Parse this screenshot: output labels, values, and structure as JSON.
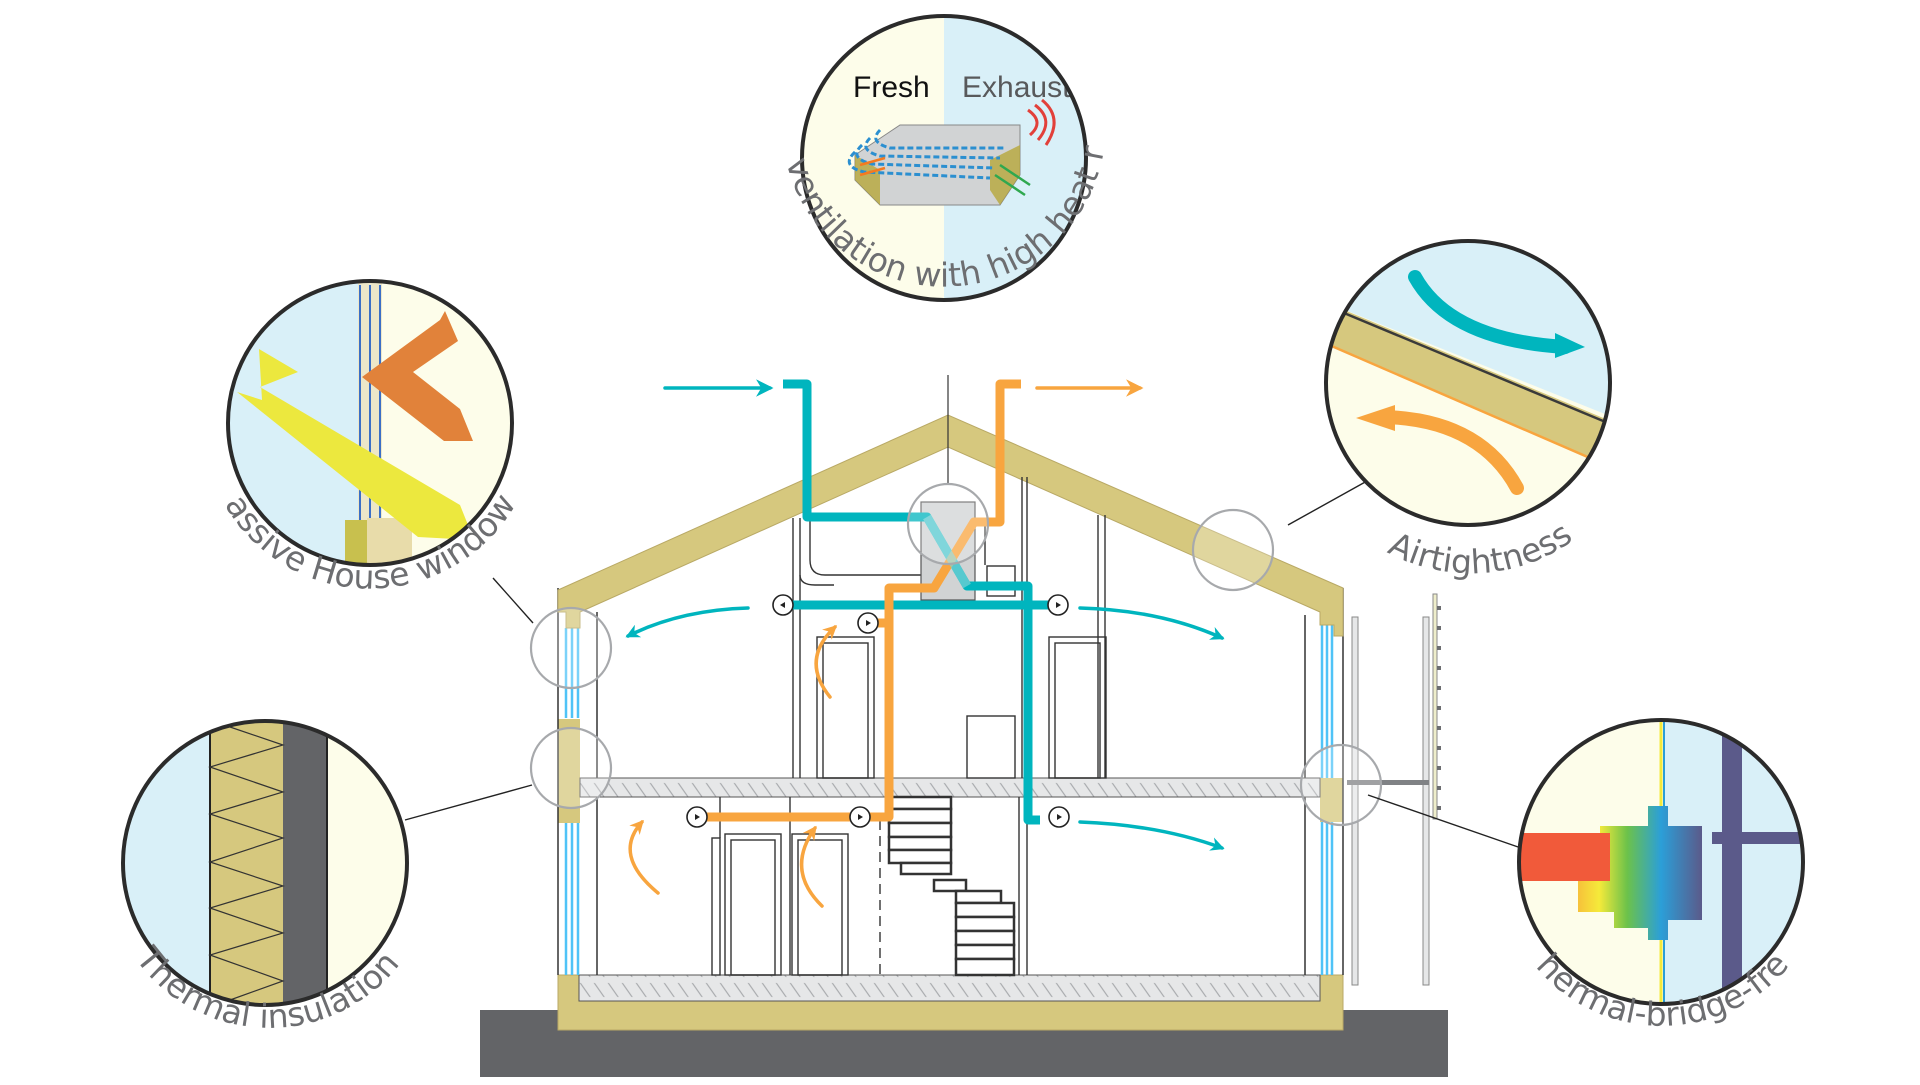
{
  "diagram": {
    "title": "Passive House principles",
    "callouts": [
      {
        "id": "ventilation",
        "label": "Comfort ventilation with high heat recovery"
      },
      {
        "id": "windows",
        "label": "Passive House windows"
      },
      {
        "id": "airtightness",
        "label": "Airtightness"
      },
      {
        "id": "insulation",
        "label": "Thermal insulation"
      },
      {
        "id": "thermal_bridge",
        "label": "Thermal-bridge-free"
      }
    ],
    "ventilation_unit": {
      "fresh_label": "Fresh",
      "exhaust_label": "Exhaust"
    },
    "airflow": {
      "supply_air": "fresh (teal)",
      "extract_air": "exhaust (orange)"
    }
  },
  "colors": {
    "insulation_tan": "#d6c87e",
    "supply_teal": "#00b5be",
    "extract_orange": "#f8a53f",
    "outside_blue": "#d9f0f8",
    "inside_cream": "#fdfdea",
    "ground_grey": "#636467",
    "glass_blue": "#4fc3f7",
    "callout_border": "#2b2b2b",
    "label_grey": "#6d6e71"
  }
}
